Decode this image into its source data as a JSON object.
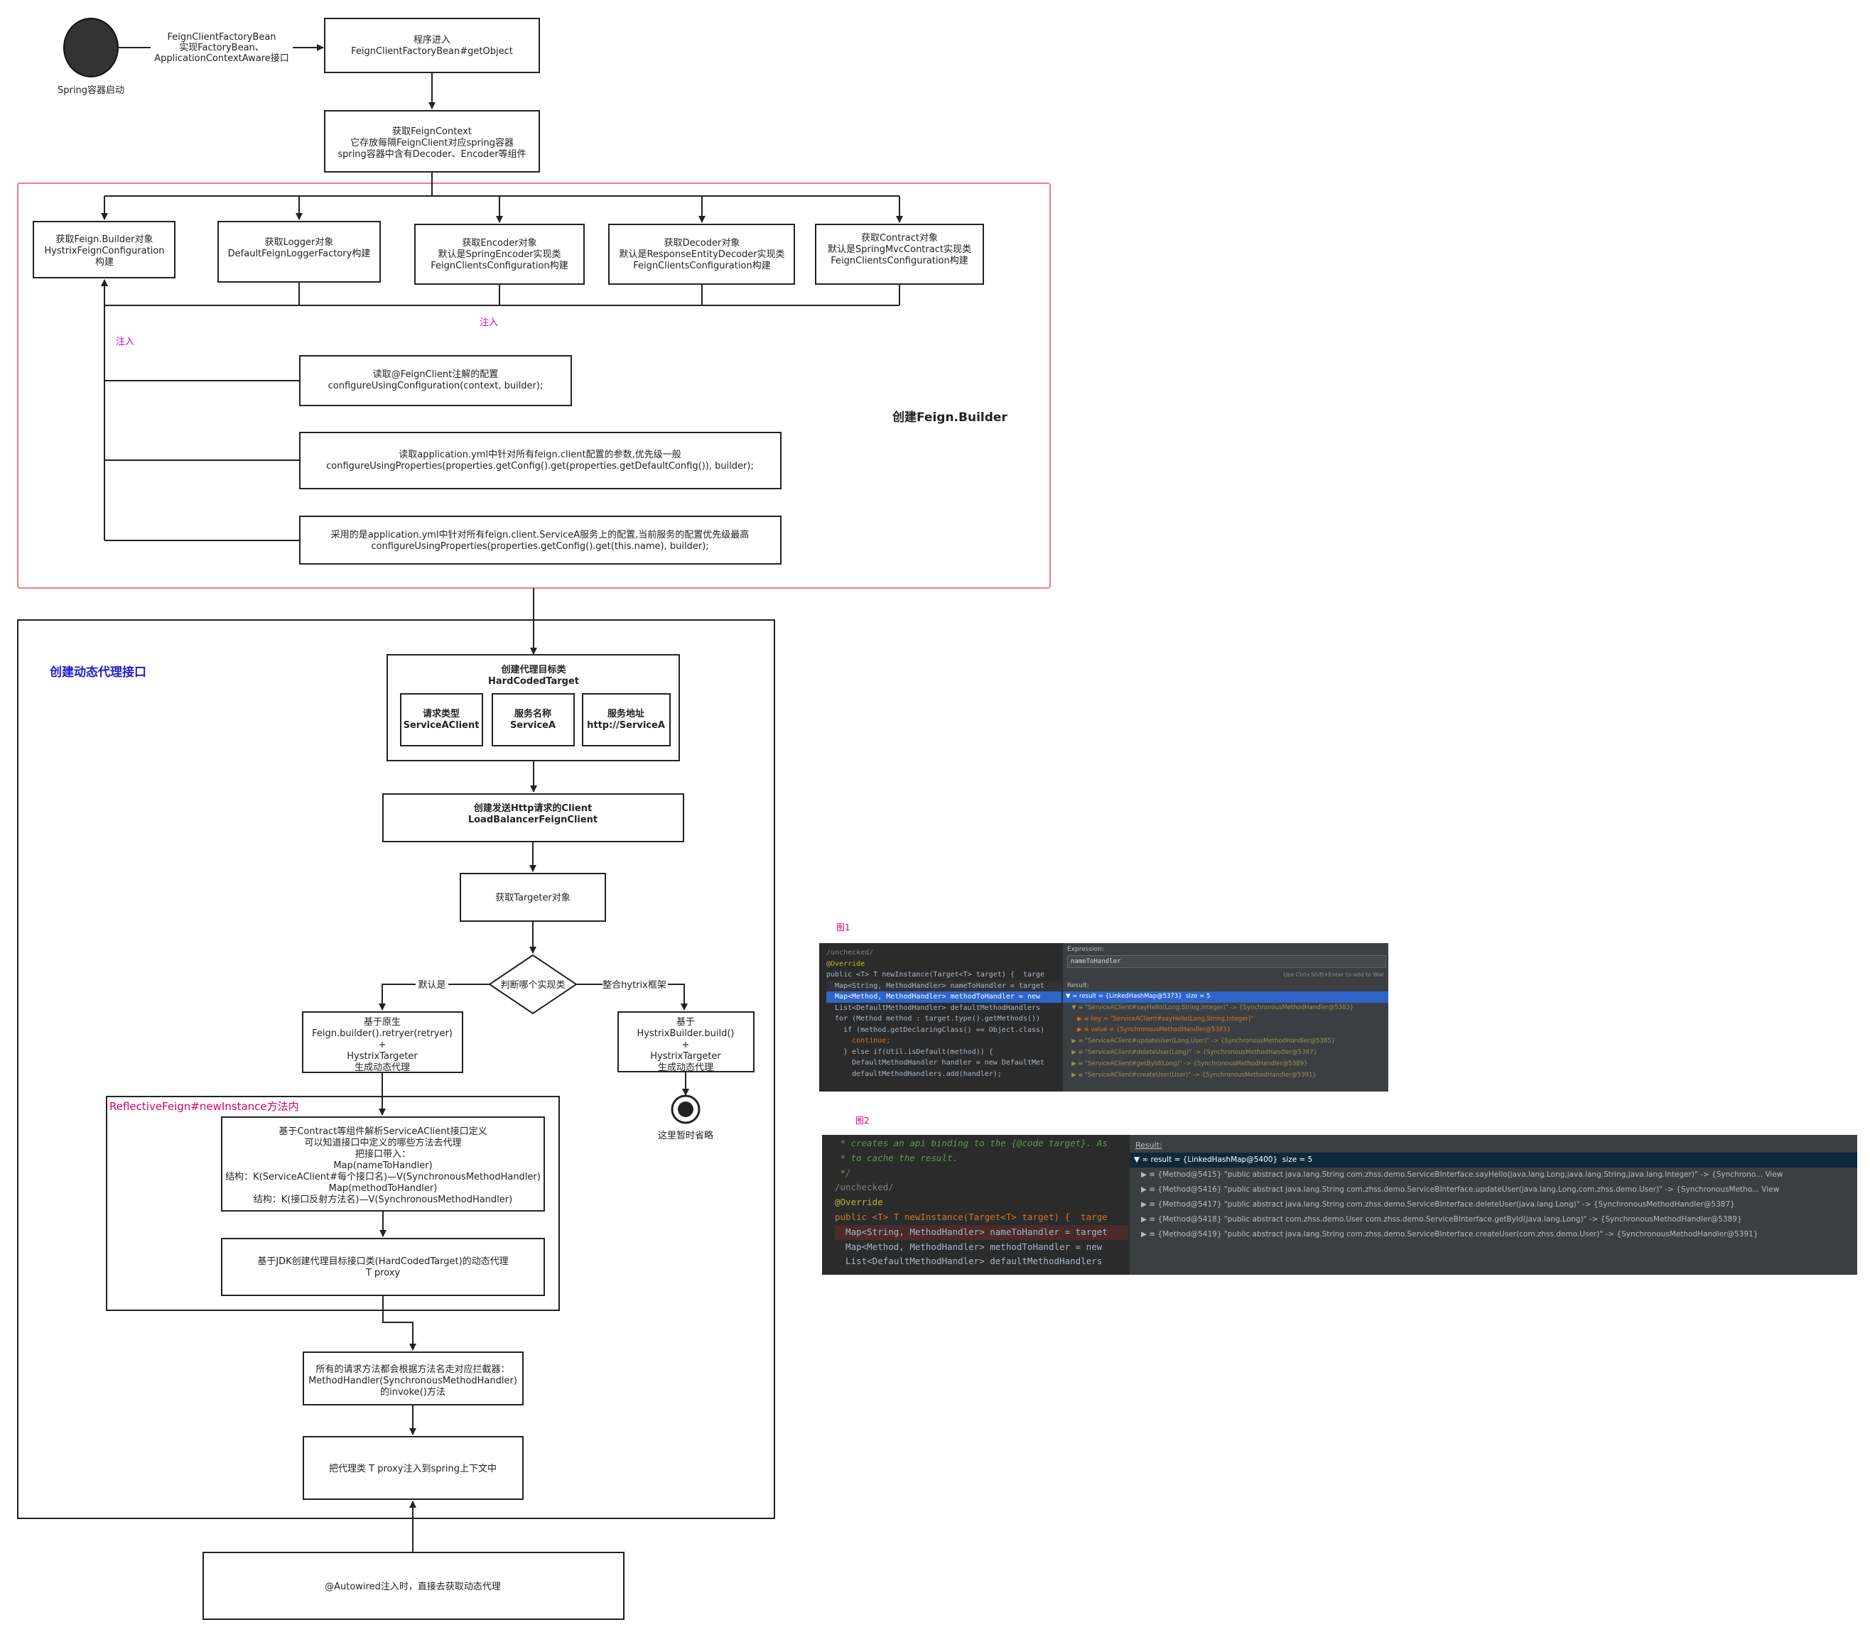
{
  "start": {
    "label": "Spring容器启动"
  },
  "edge_start_note": [
    "FeignClientFactoryBean",
    "实现FactoryBean、",
    "ApplicationContextAware接口"
  ],
  "node_getobject": [
    "程序进入",
    "FeignClientFactoryBean#getObject"
  ],
  "node_context": [
    "获取FeignContext",
    "它存放每隔FeignClient对应spring容器",
    "spring容器中含有Decoder、Encoder等组件"
  ],
  "builder_section": {
    "title": "创建Feign.Builder",
    "inject_label_top": "注入",
    "inject_label_left": "注入",
    "boxes": [
      [
        "获取Feign.Builder对象",
        "HystrixFeignConfiguration",
        "构建"
      ],
      [
        "获取Logger对象",
        "DefaultFeignLoggerFactory构建"
      ],
      [
        "获取Encoder对象",
        "默认是SpringEncoder实现类",
        "FeignClientsConfiguration构建"
      ],
      [
        "获取Decoder对象",
        "默认是ResponseEntityDecoder实现类",
        "FeignClientsConfiguration构建"
      ],
      [
        "获取Contract对象",
        "默认是SpringMvcContract实现类",
        "FeignClientsConfiguration构建"
      ]
    ],
    "config_boxes": [
      [
        "读取@FeignClient注解的配置",
        "configureUsingConfiguration(context, builder);"
      ],
      [
        "读取application.yml中针对所有feign.client配置的参数,优先级一般",
        "configureUsingProperties(properties.getConfig().get(properties.getDefaultConfig()), builder);"
      ],
      [
        "采用的是application.yml中针对所有feign.client.ServiceA服务上的配置,当前服务的配置优先级最高",
        "configureUsingProperties(properties.getConfig().get(this.name), builder);"
      ]
    ]
  },
  "proxy_section": {
    "title": "创建动态代理接口",
    "target": {
      "title": [
        "创建代理目标类",
        "HardCodedTarget"
      ],
      "items": [
        [
          "请求类型",
          "ServiceAClient"
        ],
        [
          "服务名称",
          "ServiceA"
        ],
        [
          "服务地址",
          "http://ServiceA"
        ]
      ]
    },
    "client": [
      "创建发送Http请求的Client",
      "LoadBalancerFeignClient"
    ],
    "targeter": "获取Targeter对象",
    "decision": "判断哪个实现类",
    "branch_default": "默认是",
    "branch_hystrix": "整合hytrix框架",
    "default_box": [
      "基于原生",
      "Feign.builder().retryer(retryer)",
      "+",
      "HystrixTargeter",
      "生成动态代理"
    ],
    "hystrix_box": [
      "基于",
      "HystrixBuilder.build()",
      "+",
      "HystrixTargeter",
      "生成动态代理"
    ],
    "end_note": "这里暂时省略",
    "reflective": {
      "title": "ReflectiveFeign#newInstance方法内",
      "box1": [
        "基于Contract等组件解析ServiceAClient接口定义",
        "可以知道接口中定义的哪些方法去代理",
        "把接口带入：",
        "Map(nameToHandler)",
        "结构：K(ServiceAClient#每个接口名)—V(SynchronousMethodHandler)",
        "Map(methodToHandler)",
        "结构：K(接口反射方法名)—V(SynchronousMethodHandler)"
      ],
      "box2": [
        "基于JDK创建代理目标接口类(HardCodedTarget)的动态代理",
        "T proxy"
      ]
    },
    "invoke_box": [
      "所有的请求方法都会根据方法名走对应拦截器：",
      "MethodHandler(SynchronousMethodHandler)",
      "的invoke()方法"
    ],
    "inject_box": "把代理类 T proxy注入到spring上下文中"
  },
  "autowired_box": "@Autowired注入时，直接去获取动态代理",
  "fig1": {
    "label": "图1",
    "code": [
      "/unchecked/",
      "@Override",
      "public <T> T newInstance(Target<T> target) {  targe",
      "  Map<String, MethodHandler> nameToHandler = target",
      "  Map<Method, MethodHandler> methodToHandler = new",
      "  List<DefaultMethodHandler> defaultMethodHandlers",
      "",
      "  for (Method method : target.type().getMethods())",
      "    if (method.getDeclaringClass() == Object.class)",
      "      continue;",
      "    } else if(Util.isDefault(method)) {",
      "      DefaultMethodHandler handler = new DefaultMet",
      "      defaultMethodHandlers.add(handler);"
    ],
    "expression_label": "Expression:",
    "expression_value": "nameToHandler",
    "hint": "Use Ctrl+Shift+Enter to add to Wat",
    "result_label": "Result:",
    "rows": [
      "▼ ∞ result = {LinkedHashMap@5373}  size = 5",
      "   ▼ ≡ \"ServiceAClient#sayHello(Long,String,Integer)\" -> {SynchronousMethodHandler@5383}",
      "      ▶ ≡ key = \"ServiceAClient#sayHello(Long,String,Integer)\"",
      "      ▶ ≡ value = {SynchronousMethodHandler@5383}",
      "   ▶ ≡ \"ServiceAClient#updateUser(Long,User)\" -> {SynchronousMethodHandler@5385}",
      "   ▶ ≡ \"ServiceAClient#deleteUser(Long)\" -> {SynchronousMethodHandler@5387}",
      "   ▶ ≡ \"ServiceAClient#getById(Long)\" -> {SynchronousMethodHandler@5389}",
      "   ▶ ≡ \"ServiceAClient#createUser(User)\" -> {SynchronousMethodHandler@5391}"
    ]
  },
  "fig2": {
    "label": "图2",
    "code": [
      " * creates an api binding to the {@code target}. As",
      " * to cache the result.",
      " */",
      "/unchecked/",
      "@Override",
      "public <T> T newInstance(Target<T> target) {  targe",
      "  Map<String, MethodHandler> nameToHandler = target",
      "  Map<Method, MethodHandler> methodToHandler = new",
      "  List<DefaultMethodHandler> defaultMethodHandlers"
    ],
    "result_label": "Result:",
    "rows": [
      "▼ ∞ result = {LinkedHashMap@5400}  size = 5",
      "   ▶ ≡ {Method@5415} \"public abstract java.lang.String com.zhss.demo.ServiceBInterface.sayHello(java.lang.Long,java.lang.String,java.lang.Integer)\" -> {Synchrono... View",
      "   ▶ ≡ {Method@5416} \"public abstract java.lang.String com.zhss.demo.ServiceBInterface.updateUser(java.lang.Long,com.zhss.demo.User)\" -> {SynchronousMetho... View",
      "   ▶ ≡ {Method@5417} \"public abstract java.lang.String com.zhss.demo.ServiceBInterface.deleteUser(java.lang.Long)\" -> {SynchronousMethodHandler@5387}",
      "   ▶ ≡ {Method@5418} \"public abstract com.zhss.demo.User com.zhss.demo.ServiceBInterface.getById(java.lang.Long)\" -> {SynchronousMethodHandler@5389}",
      "   ▶ ≡ {Method@5419} \"public abstract java.lang.String com.zhss.demo.ServiceBInterface.createUser(com.zhss.demo.User)\" -> {SynchronousMethodHandler@5391}"
    ]
  }
}
